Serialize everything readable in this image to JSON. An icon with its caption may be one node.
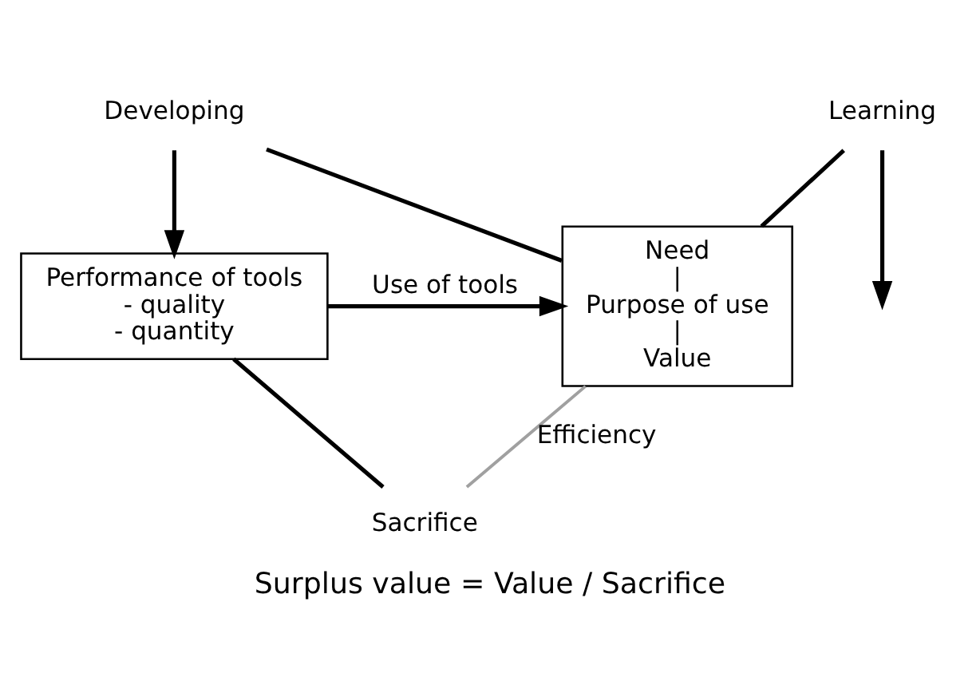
{
  "diagram": {
    "caption": "Surplus value = Value / Sacrifice",
    "nodes": [
      {
        "text": [
          "Developing"
        ]
      },
      {
        "text": [
          "Learning"
        ]
      },
      {
        "text": [
          "Performance of tools",
          "- quality",
          "- quantity"
        ]
      },
      {
        "text": [
          "Need",
          "|",
          "Purpose of use",
          "|",
          "Value"
        ]
      },
      {
        "text": [
          "Sacrifice"
        ]
      }
    ],
    "edges": [
      {
        "from": 3,
        "to": 0,
        "arrow": "none"
      },
      {
        "from": 3,
        "to": 1,
        "arrow": "none"
      },
      {
        "from": 0,
        "to": 2,
        "arrow": "to"
      },
      {
        "from": 1,
        "to": null,
        "arrow": "to"
      },
      {
        "from": 2,
        "to": 3,
        "label": "Use of tools",
        "arrow": "to"
      },
      {
        "from": 2,
        "to": 4,
        "arrow": "none"
      },
      {
        "from": 4,
        "to": 3,
        "label": "Efficiency",
        "arrow": "none",
        "color": "#a0a0a0"
      }
    ]
  }
}
